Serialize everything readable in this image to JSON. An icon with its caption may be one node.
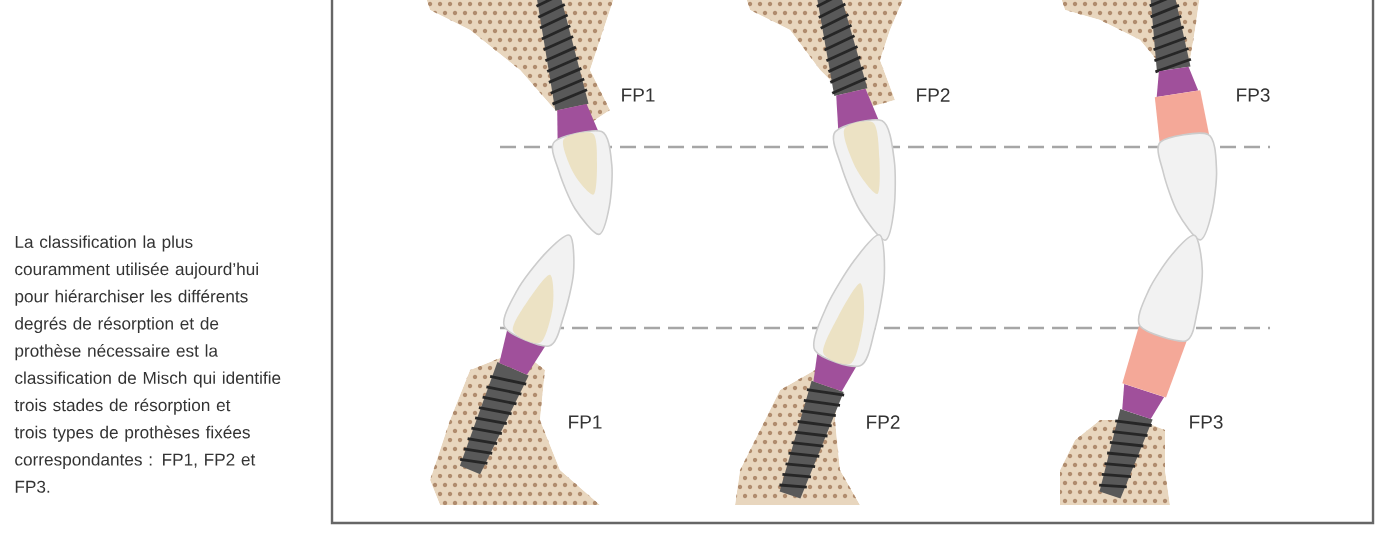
{
  "diagram": {
    "caption": "La classification la plus couramment utilisée aujourd’hui pour hiérarchiser les différents degrés de résorption et de prothèse nécessaire est la classification de Misch qui identifie trois stades de résorption et trois types de prothèses fixées correspondantes : FP1, FP2 et FP3.",
    "labels": [
      "FP1",
      "FP2",
      "FP3",
      "FP1",
      "FP2",
      "FP3"
    ]
  }
}
